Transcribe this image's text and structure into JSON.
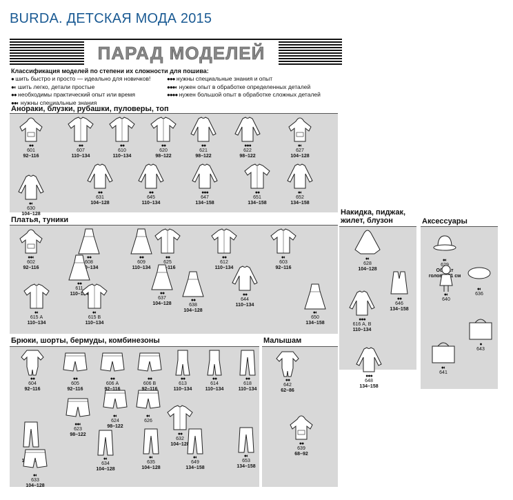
{
  "header": {
    "title": "BURDA. ДЕТСКАЯ МОДА 2015"
  },
  "banner": {
    "label": "ПАРАД МОДЕЛЕЙ"
  },
  "legend": {
    "title": "Классификация моделей по степени их сложности для пошива:",
    "left": [
      {
        "dots": "●",
        "text": "шить быстро и просто — идеально для новичков!"
      },
      {
        "dots": "●◐",
        "text": "шить легко, детали простые"
      },
      {
        "dots": "●●",
        "text": "необходимы практический опыт или время"
      },
      {
        "dots": "●●◐",
        "text": "нужны специальные знания"
      }
    ],
    "right": [
      {
        "dots": "●●●",
        "text": "нужны специальные знания и опыт"
      },
      {
        "dots": "●●●◐",
        "text": "нужен опыт в обработке определенных деталей"
      },
      {
        "dots": "●●●●",
        "text": "нужен большой опыт в обработке сложных деталей"
      }
    ]
  },
  "sections": {
    "tops": "Анораки, блузки, рубашки, пуловеры, топ",
    "dresses": "Платья, туники",
    "jackets": "Накидка, пиджак, жилет, блузон",
    "accessories": "Аксессуары",
    "trousers": "Брюки, шорты, бермуды, комбинезоны",
    "baby": "Малышам"
  },
  "tops": [
    {
      "num": "601",
      "size": "92–116",
      "dots": "●●"
    },
    {
      "num": "607",
      "size": "110–134",
      "dots": "●●"
    },
    {
      "num": "610",
      "size": "110–134",
      "dots": "●●"
    },
    {
      "num": "620",
      "size": "98–122",
      "dots": "●●"
    },
    {
      "num": "621",
      "size": "98–122",
      "dots": "●●"
    },
    {
      "num": "622",
      "size": "98–122",
      "dots": "●●●"
    },
    {
      "num": "627",
      "size": "104–128",
      "dots": "●◐"
    },
    {
      "num": "630",
      "size": "104–128",
      "dots": "●◐"
    },
    {
      "num": "631",
      "size": "104–128",
      "dots": "●●"
    },
    {
      "num": "645",
      "size": "110–134",
      "dots": "●●"
    },
    {
      "num": "647",
      "size": "134–158",
      "dots": "●●●"
    },
    {
      "num": "651",
      "size": "134–158",
      "dots": "●●"
    },
    {
      "num": "652",
      "size": "134–158",
      "dots": "●◐"
    }
  ],
  "dresses": [
    {
      "num": "602",
      "size": "92–116",
      "dots": "●●◐"
    },
    {
      "num": "608",
      "size": "110–134",
      "dots": "●●"
    },
    {
      "num": "609",
      "size": "110–134",
      "dots": "●●"
    },
    {
      "num": "612",
      "size": "110–134",
      "dots": "●●"
    },
    {
      "num": "603",
      "size": "92–116",
      "dots": "●◐"
    },
    {
      "num": "611",
      "size": "110–134",
      "dots": "●●"
    },
    {
      "num": "625",
      "size": "92–116",
      "dots": "●●"
    },
    {
      "num": "637",
      "size": "104–128",
      "dots": "●●"
    },
    {
      "num": "644",
      "size": "110–134",
      "dots": "●●"
    },
    {
      "num": "615 А",
      "size": "110–134",
      "dots": "●◐"
    },
    {
      "num": "615 В",
      "size": "110–134",
      "dots": "●◐"
    },
    {
      "num": "638",
      "size": "104–128",
      "dots": "●●"
    },
    {
      "num": "650",
      "size": "134–158",
      "dots": "●◐"
    }
  ],
  "jackets": [
    {
      "num": "628",
      "size": "104–128",
      "dots": "●◐"
    },
    {
      "num": "646",
      "size": "134–158",
      "dots": "●●"
    },
    {
      "num": "616 А, В",
      "size": "110–134",
      "dots": "●●●"
    },
    {
      "num": "648",
      "size": "134–158",
      "dots": "●●●"
    }
  ],
  "accessories": [
    {
      "num": "629",
      "size": "Обхват головы 51 см",
      "dots": "●◐"
    },
    {
      "num": "636",
      "size": "",
      "dots": "●◐"
    },
    {
      "num": "640",
      "size": "",
      "dots": "●◐"
    },
    {
      "num": "641",
      "size": "",
      "dots": "●◐"
    },
    {
      "num": "643",
      "size": "",
      "dots": "●"
    }
  ],
  "trousers": [
    {
      "num": "604",
      "size": "92–116",
      "dots": "●●"
    },
    {
      "num": "605",
      "size": "92–116",
      "dots": "●●"
    },
    {
      "num": "606 А",
      "size": "92–116",
      "dots": "●●"
    },
    {
      "num": "606 В",
      "size": "92–116",
      "dots": "●●"
    },
    {
      "num": "613",
      "size": "110–134",
      "dots": "●●"
    },
    {
      "num": "614",
      "size": "110–134",
      "dots": "●●"
    },
    {
      "num": "618",
      "size": "110–134",
      "dots": "●●"
    },
    {
      "num": "623",
      "size": "98–122",
      "dots": "●●◐"
    },
    {
      "num": "624",
      "size": "98–122",
      "dots": "●◐"
    },
    {
      "num": "626",
      "size": "",
      "dots": "●◐"
    },
    {
      "num": "619",
      "size": "110–134",
      "dots": "●●◐"
    },
    {
      "num": "632",
      "size": "104–128",
      "dots": "●●"
    },
    {
      "num": "633",
      "size": "104–128",
      "dots": "●◐"
    },
    {
      "num": "634",
      "size": "104–128",
      "dots": "●◐"
    },
    {
      "num": "635",
      "size": "104–128",
      "dots": "●◐"
    },
    {
      "num": "649",
      "size": "134–158",
      "dots": "●◐"
    },
    {
      "num": "653",
      "size": "134–158",
      "dots": "●◐"
    }
  ],
  "baby": [
    {
      "num": "642",
      "size": "62–86",
      "dots": "●●"
    },
    {
      "num": "639",
      "size": "68–92",
      "dots": "●●"
    }
  ]
}
